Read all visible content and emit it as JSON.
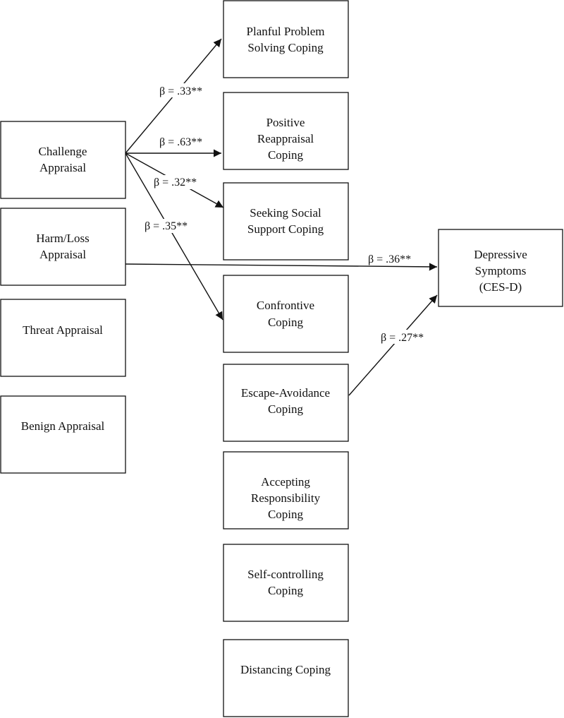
{
  "nodes": {
    "challenge": [
      "Challenge",
      "Appraisal"
    ],
    "harm": [
      "Harm/Loss",
      "Appraisal"
    ],
    "threat": [
      "Threat Appraisal"
    ],
    "benign": [
      "Benign Appraisal"
    ],
    "planful": [
      "Planful Problem",
      "Solving Coping"
    ],
    "reappraisal": [
      "Positive",
      "Reappraisal",
      "Coping"
    ],
    "social": [
      "Seeking Social",
      "Support Coping"
    ],
    "confrontive": [
      "Confrontive",
      "Coping"
    ],
    "escape": [
      "Escape-Avoidance",
      "Coping"
    ],
    "accepting": [
      "Accepting",
      "Responsibility",
      "Coping"
    ],
    "selfcontrol": [
      "Self-controlling",
      "Coping"
    ],
    "distancing": [
      "Distancing Coping"
    ],
    "depressive": [
      "Depressive",
      "Symptoms",
      "(CES-D)"
    ]
  },
  "paths": {
    "challenge_planful": "β = .33**",
    "challenge_reappraisal": "β = .63**",
    "challenge_social": "β = .32**",
    "challenge_confrontive": "β = .35**",
    "harm_depressive": "β = .36**",
    "escape_depressive": "β = .27**"
  }
}
